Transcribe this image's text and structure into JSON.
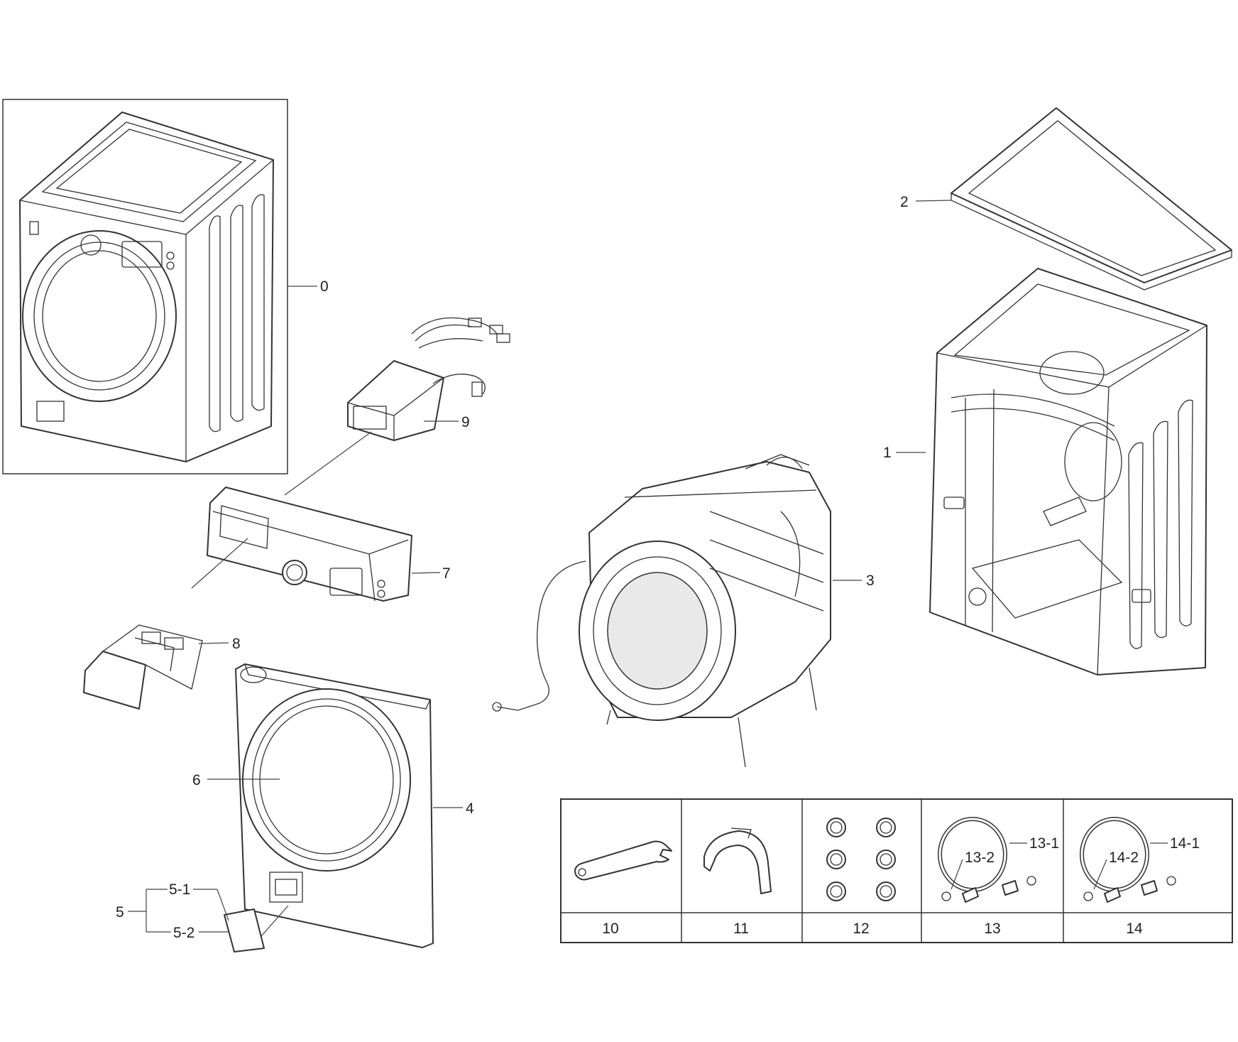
{
  "callouts": {
    "c0": "0",
    "c1": "1",
    "c2": "2",
    "c3": "3",
    "c4": "4",
    "c5": "5",
    "c5_1": "5-1",
    "c5_2": "5-2",
    "c6": "6",
    "c7": "7",
    "c8": "8",
    "c9": "9"
  },
  "accessory_table": {
    "cells": [
      {
        "number": "10",
        "icon": "wrench-icon"
      },
      {
        "number": "11",
        "icon": "hose-guide-icon"
      },
      {
        "number": "12",
        "icon": "cap-set-icon"
      },
      {
        "number": "13",
        "icon": "hot-water-hose-icon",
        "callouts": [
          "13-1",
          "13-2"
        ]
      },
      {
        "number": "14",
        "icon": "cold-water-hose-icon",
        "callouts": [
          "14-1",
          "14-2"
        ]
      }
    ]
  }
}
